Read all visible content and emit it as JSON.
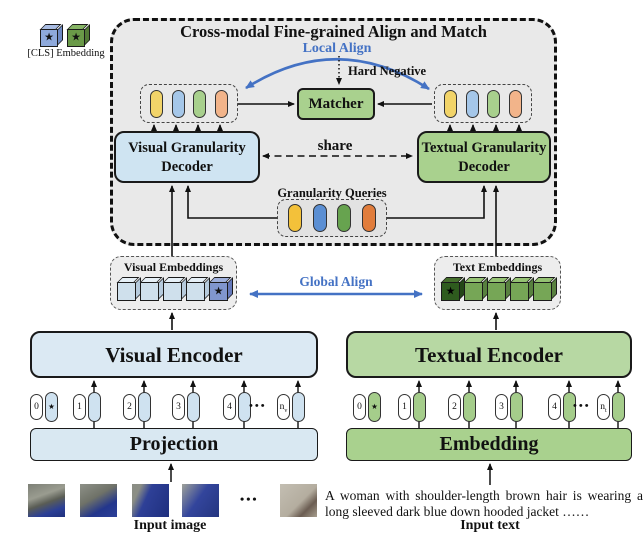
{
  "legend": {
    "label": "[CLS] Embedding"
  },
  "diagram": {
    "title": "Cross-modal Fine-grained Align and Match",
    "local_align_label": "Local Align",
    "hard_negative_label": "Hard Negative",
    "matcher_label": "Matcher",
    "share_label": "share",
    "visual_decoder_l1": "Visual Granularity",
    "textual_decoder_l1": "Textual Granularity",
    "decoder_l2": "Decoder",
    "granularity_queries_label": "Granularity Queries"
  },
  "embeddings": {
    "visual_label": "Visual Embeddings",
    "text_label": "Text Embeddings",
    "global_align_label": "Global Align"
  },
  "encoders": {
    "visual": "Visual Encoder",
    "textual": "Textual Encoder",
    "projection": "Projection",
    "embedding": "Embedding"
  },
  "tokens": {
    "labels": [
      "0",
      "1",
      "2",
      "3",
      "4"
    ],
    "n_base": "n",
    "visual_subscript": "v",
    "text_subscript": "t",
    "ellipsis": "•••",
    "star": "★"
  },
  "inputs": {
    "image_label": "Input image",
    "image_ellipsis": "•••",
    "text_label": "Input text",
    "text_content": "A woman with shoulder-length brown hair is wearing a long sleeved dark blue down hooded jacket ……"
  },
  "colors": {
    "accent_blue": "#4472C4",
    "panel_gray": "#E9E9E9",
    "visual_box": "#CFE4F2",
    "visual_encoder": "#DBE9F3",
    "green_box": "#A9D18E",
    "green_encoder": "#B7D8A3",
    "token_pills_light": [
      "#F2D469",
      "#A5C7E9",
      "#A8D08D",
      "#F2B48A"
    ],
    "query_pills": [
      "#F3C13A",
      "#5B8FD3",
      "#67A34F",
      "#E17D3C"
    ],
    "visual_cube": "#CFE0EC",
    "visual_cls_cube": "#8096CE",
    "text_cube": "#76A656",
    "text_cls_cube": "#2E5B1E"
  }
}
